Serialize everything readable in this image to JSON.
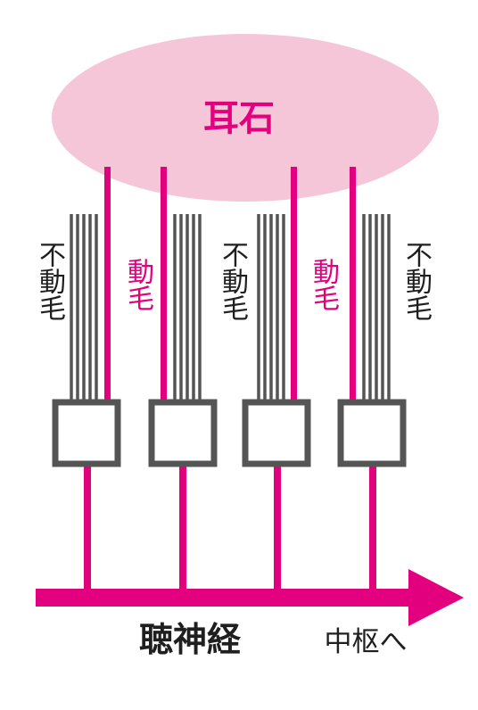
{
  "otolith": {
    "label": "耳石",
    "color": "#f5c6d8"
  },
  "hair_cells": [
    {
      "stereocilia_label": "不動毛",
      "kinocilium_label": "動毛"
    },
    {
      "stereocilia_label": "不動毛",
      "kinocilium_label": "動毛"
    },
    {
      "stereocilia_label": "不動毛",
      "kinocilium_label": ""
    },
    {
      "stereocilia_label": "不動毛",
      "kinocilium_label": ""
    }
  ],
  "nerve": {
    "label": "聴神経",
    "direction_label": "中枢へ"
  },
  "colors": {
    "accent": "#e3007f",
    "cilia": "#555555",
    "text": "#1f1f1f"
  }
}
